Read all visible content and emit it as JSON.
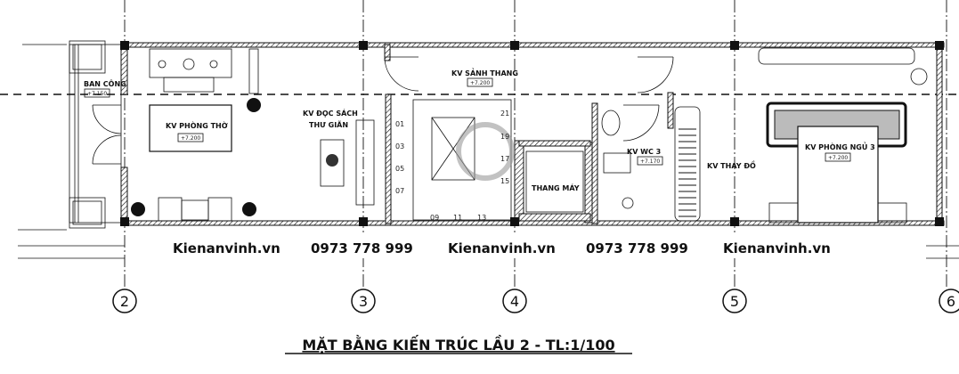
{
  "rooms": {
    "balcony": {
      "label": "BAN CÔNG",
      "level": "+7.150"
    },
    "altar": {
      "label": "KV PHÒNG THỜ",
      "level": "+7.200"
    },
    "reading": {
      "label_line1": "KV ĐỌC SÁCH",
      "label_line2": "THƯ GIÃN"
    },
    "stair_hall": {
      "label": "KV SẢNH THANG",
      "level": "+7.200"
    },
    "elevator": {
      "label": "THANG MÁY"
    },
    "wc": {
      "label": "KV WC 3",
      "level": "+7.170"
    },
    "dressing": {
      "label": "KV THAY ĐỒ"
    },
    "bedroom": {
      "label": "KV PHÒNG NGỦ 3",
      "level": "+7.200"
    }
  },
  "stair_steps": [
    "01",
    "03",
    "05",
    "07",
    "09",
    "11",
    "13",
    "15",
    "17",
    "19",
    "21"
  ],
  "watermarks": [
    "Kienanvinh.vn",
    "0973 778 999",
    "Kienanvinh.vn",
    "0973 778 999",
    "Kienanvinh.vn"
  ],
  "axes": [
    "2",
    "3",
    "4",
    "5",
    "6"
  ],
  "title": "MẶT BẰNG KIẾN TRÚC LẦU 2 - TL:1/100"
}
